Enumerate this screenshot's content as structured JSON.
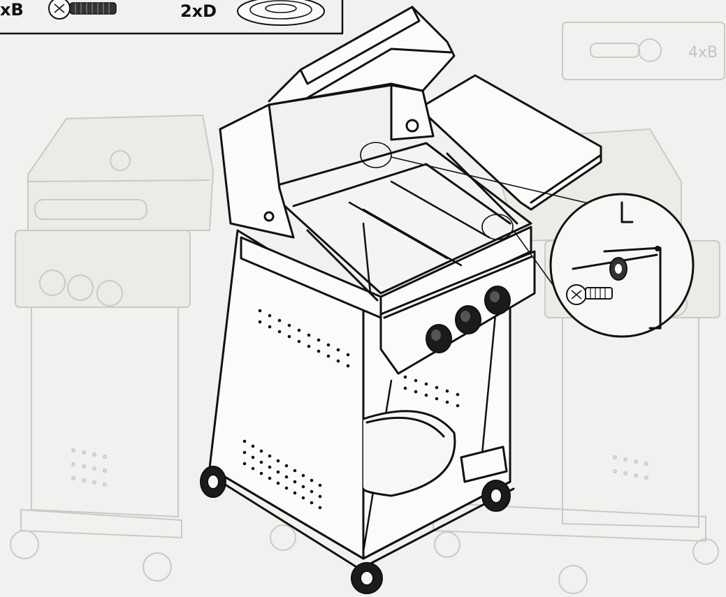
{
  "parts_callout": {
    "items": [
      {
        "label": "xB",
        "icon": "screw-icon"
      },
      {
        "label": "2xD",
        "icon": "washer-icon"
      }
    ]
  },
  "ghost_callout": {
    "label": "4xB",
    "icon": "screw-icon"
  },
  "detail_inset": {
    "icon": "magnifier-detail-icon"
  }
}
